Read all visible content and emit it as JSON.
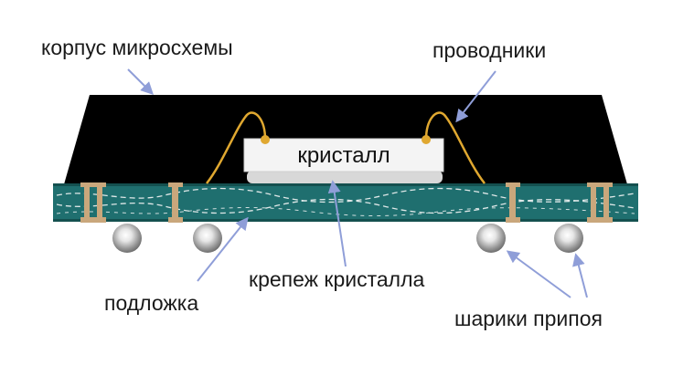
{
  "labels": {
    "package": "корпус микросхемы",
    "wires": "проводники",
    "crystal": "кристалл",
    "die_attach": "крепеж кристалла",
    "substrate": "подложка",
    "solder_balls": "шарики припоя"
  },
  "colors": {
    "package_body": "#000000",
    "substrate": "#1f6f6f",
    "substrate_dark": "#14504f",
    "vias": "#c9a77c",
    "wires": "#e0a830",
    "crystal": "#f4f4f4",
    "arrows": "#8f9ed8",
    "balls": "#b8b8b8"
  }
}
